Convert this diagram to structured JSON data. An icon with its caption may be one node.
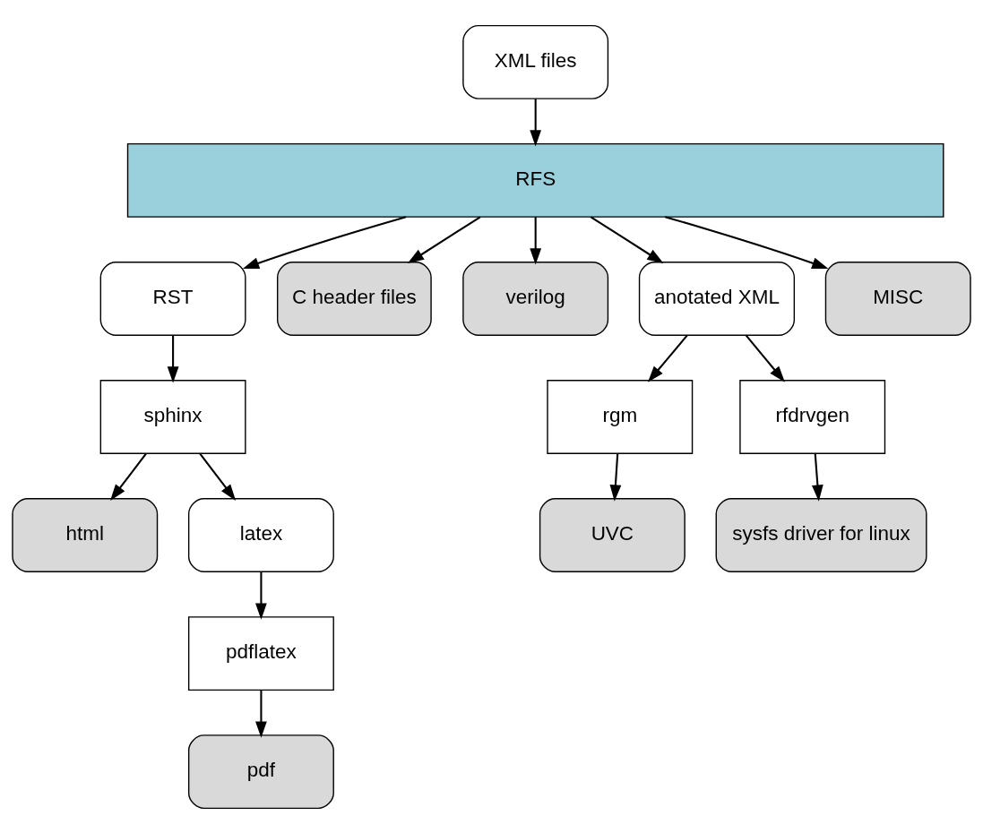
{
  "diagram": {
    "nodes": [
      {
        "text": [
          "XML files"
        ]
      },
      {
        "text": [
          "RFS"
        ]
      },
      {
        "text": [
          "RST"
        ]
      },
      {
        "text": [
          "C header files"
        ]
      },
      {
        "text": [
          "verilog"
        ]
      },
      {
        "text": [
          "anotated XML"
        ]
      },
      {
        "text": [
          "MISC"
        ]
      },
      {
        "text": [
          "sphinx"
        ]
      },
      {
        "text": [
          "rgm"
        ]
      },
      {
        "text": [
          "rfdrvgen"
        ]
      },
      {
        "text": [
          "html"
        ]
      },
      {
        "text": [
          "latex"
        ]
      },
      {
        "text": [
          "UVC"
        ]
      },
      {
        "text": [
          "sysfs driver for linux"
        ]
      },
      {
        "text": [
          "pdflatex"
        ]
      },
      {
        "text": [
          "pdf"
        ]
      }
    ],
    "edges": [
      {
        "from": 0,
        "to": 1,
        "arrow": "to"
      },
      {
        "from": 1,
        "to": 2,
        "arrow": "to"
      },
      {
        "from": 1,
        "to": 3,
        "arrow": "to"
      },
      {
        "from": 1,
        "to": 4,
        "arrow": "to"
      },
      {
        "from": 1,
        "to": 5,
        "arrow": "to"
      },
      {
        "from": 1,
        "to": 6,
        "arrow": "to"
      },
      {
        "from": 2,
        "to": 7,
        "arrow": "to"
      },
      {
        "from": 5,
        "to": 8,
        "arrow": "to"
      },
      {
        "from": 5,
        "to": 9,
        "arrow": "to"
      },
      {
        "from": 7,
        "to": 10,
        "arrow": "to"
      },
      {
        "from": 7,
        "to": 11,
        "arrow": "to"
      },
      {
        "from": 8,
        "to": 12,
        "arrow": "to"
      },
      {
        "from": 9,
        "to": 13,
        "arrow": "to"
      },
      {
        "from": 11,
        "to": 14,
        "arrow": "to"
      },
      {
        "from": 14,
        "to": 15,
        "arrow": "to"
      }
    ]
  }
}
